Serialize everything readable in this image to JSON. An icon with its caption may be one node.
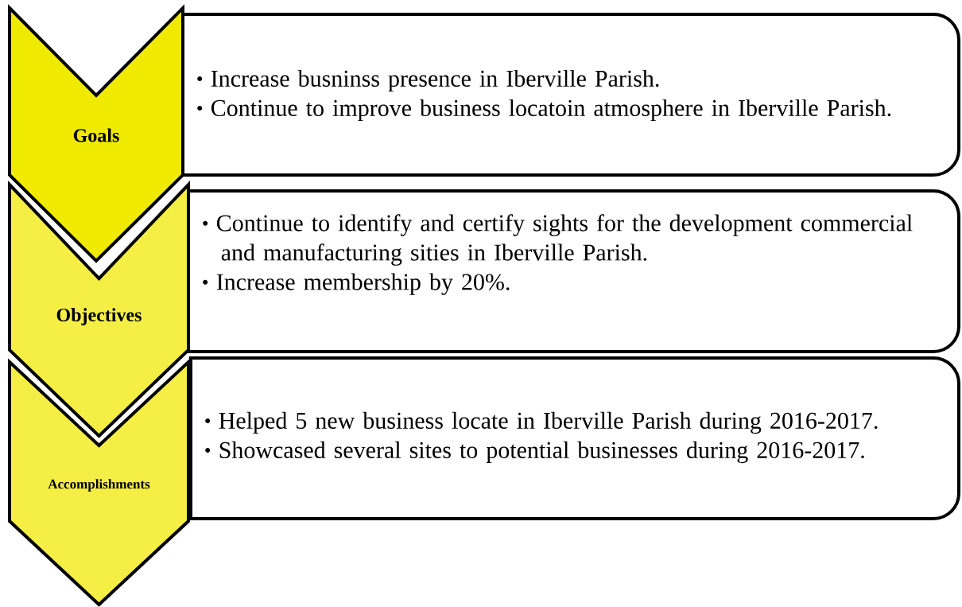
{
  "diagram": {
    "nodes": [
      {
        "text": [
          "Goals"
        ]
      },
      {
        "text": [
          "Increase busninss presence in Iberville Parish.",
          "Continue to improve business locatoin atmosphere in Iberville Parish."
        ]
      },
      {
        "text": [
          "Objectives"
        ]
      },
      {
        "text": [
          "Continue to identify and certify sights for the development commercial and manufacturing sities in Iberville Parish.",
          "Increase membership by 20%."
        ]
      },
      {
        "text": [
          "Accomplishments"
        ]
      },
      {
        "text": [
          "Helped 5 new business locate in Iberville Parish during 2016-2017.",
          "Showcased several sites to potential businesses during 2016-2017."
        ]
      }
    ]
  }
}
